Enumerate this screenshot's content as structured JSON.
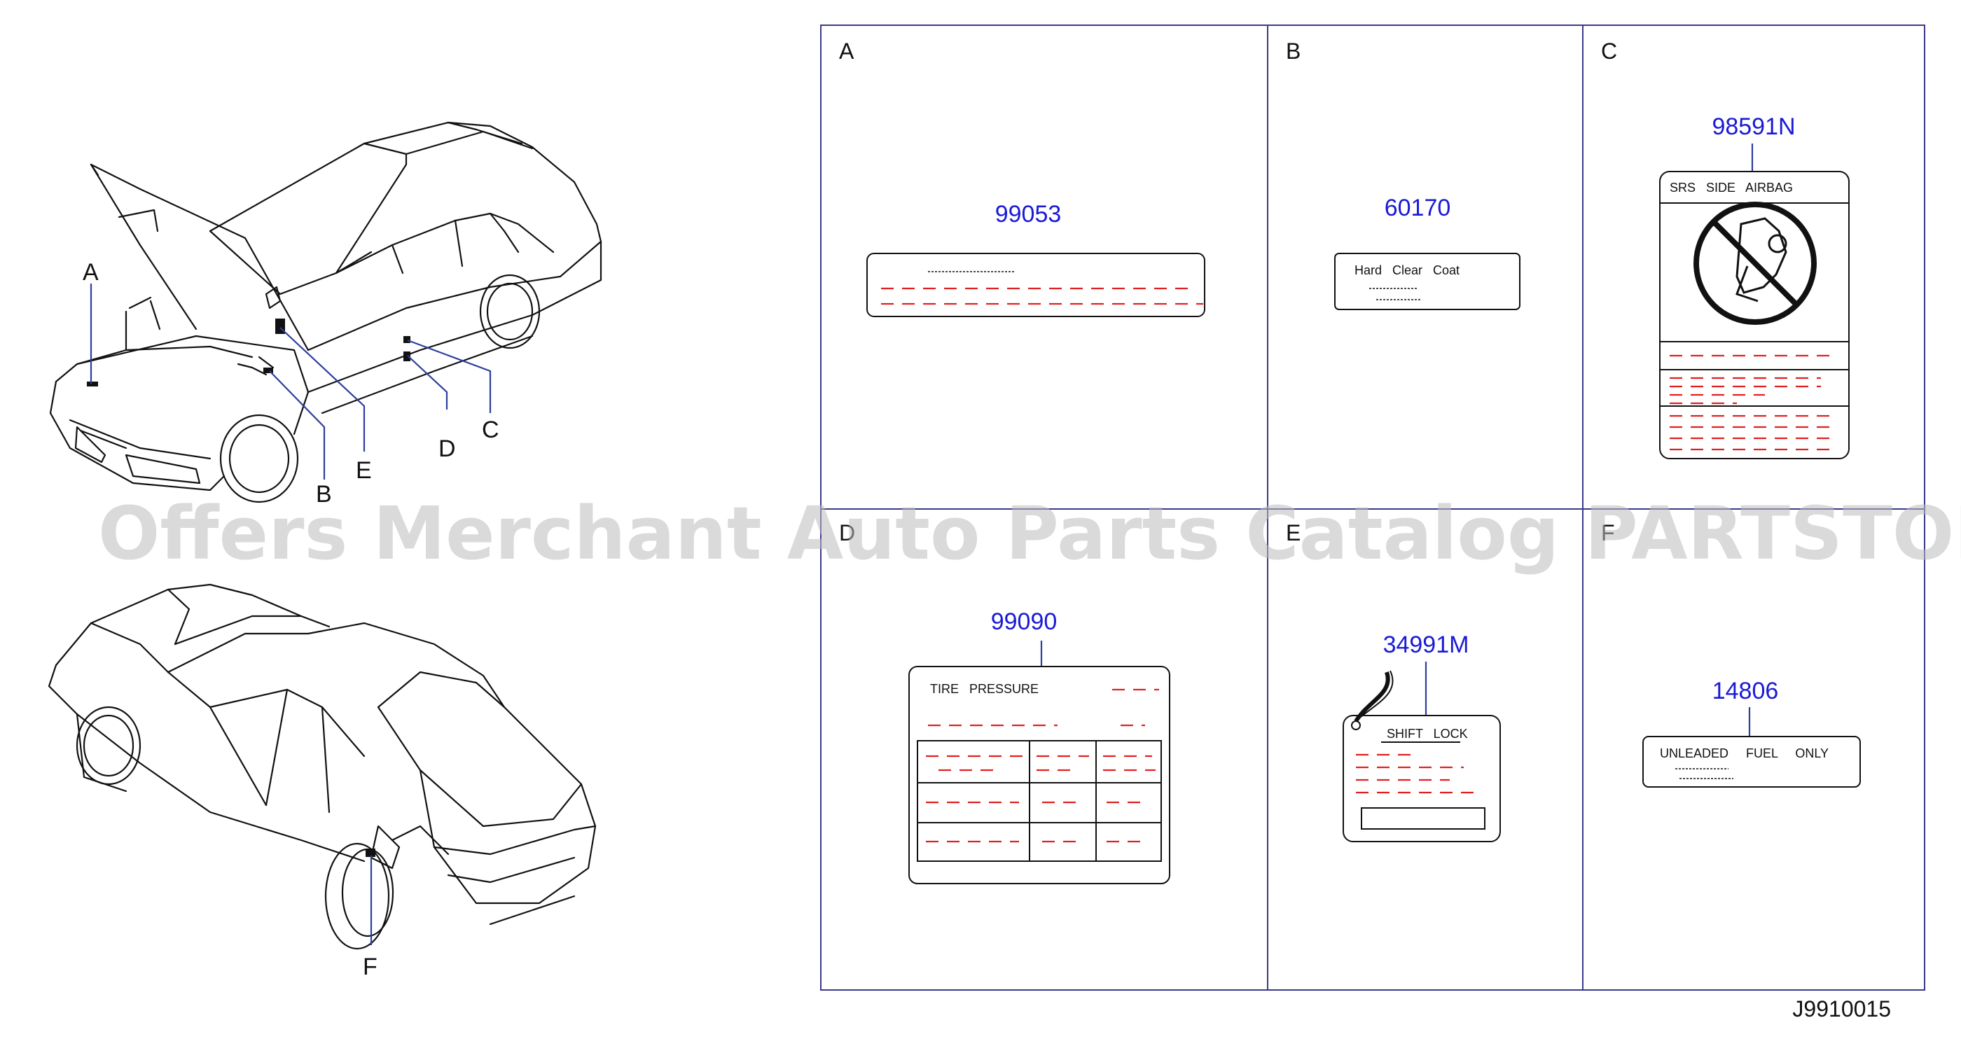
{
  "panels": [
    {
      "letter": "A",
      "part": "99053"
    },
    {
      "letter": "B",
      "part": "60170",
      "text": "Hard   Clear   Coat"
    },
    {
      "letter": "C",
      "part": "98591N",
      "text": "SRS   SIDE   AIRBAG"
    },
    {
      "letter": "D",
      "part": "99090",
      "text": "TIRE   PRESSURE"
    },
    {
      "letter": "E",
      "part": "34991M",
      "text": "SHIFT   LOCK"
    },
    {
      "letter": "F",
      "part": "14806",
      "text": "UNLEADED     FUEL     ONLY"
    }
  ],
  "callouts": [
    "A",
    "B",
    "C",
    "D",
    "E",
    "F"
  ],
  "diagram_id": "J9910015",
  "watermark": "Offers Merchant Auto Parts Catalog PARTSTORE.SA",
  "colors": {
    "part_number": "#1a1ad6",
    "dash_lines": "#e02020",
    "grid": "#3a3a8a"
  }
}
